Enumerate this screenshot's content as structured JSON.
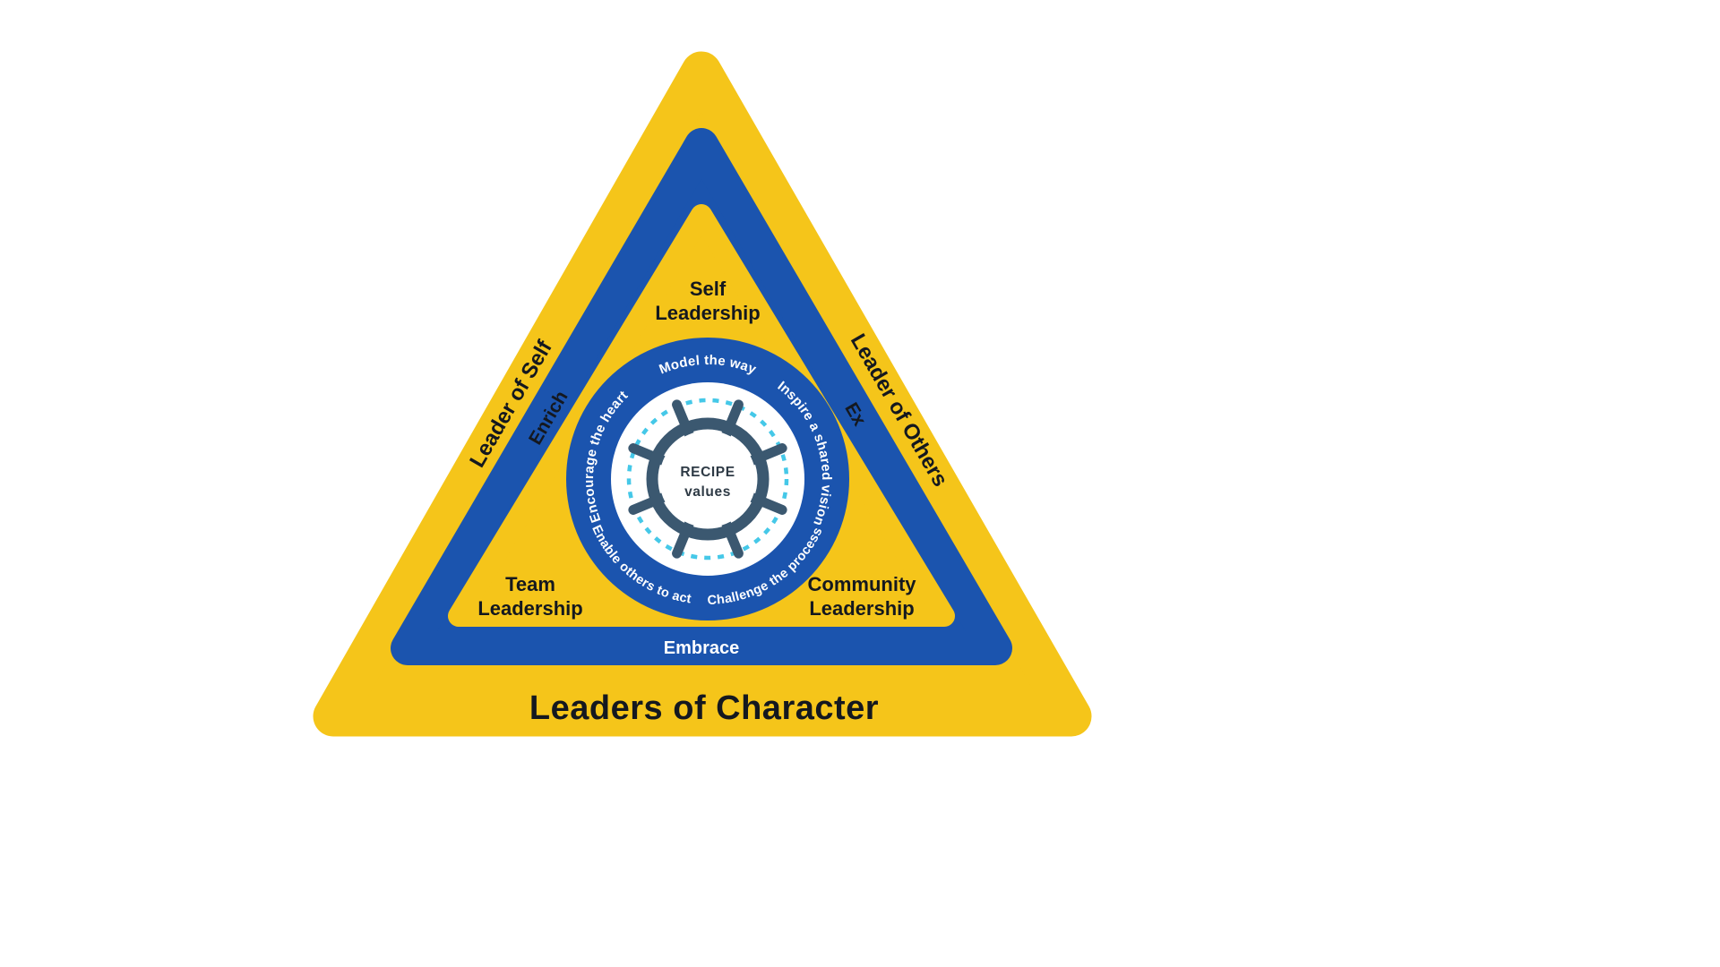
{
  "diagram": {
    "outer": {
      "left_label": "Leader of Self",
      "right_label": "Leader of Others",
      "bottom_label": "Leaders of Character"
    },
    "middle": {
      "left_label": "Enrich",
      "right_label": "Ex",
      "bottom_label": "Embrace"
    },
    "levels": {
      "self": {
        "line1": "Self",
        "line2": "Leadership"
      },
      "team": {
        "line1": "Team",
        "line2": "Leadership"
      },
      "community": {
        "line1": "Community",
        "line2": "Leadership"
      }
    },
    "ring": {
      "top": "Model the way",
      "right": "Inspire a shared vision",
      "bottom_right": "Challenge the process",
      "bottom_left": "Enable others to act",
      "left": "Encourage the heart"
    },
    "center": {
      "line1": "RECIPE",
      "line2": "values"
    }
  },
  "colors": {
    "yellow": "#F5C51A",
    "blue": "#1B54AE",
    "wheel_navy": "#3B5870",
    "rope_cyan": "#45C8E8",
    "text_dark": "#14181F"
  }
}
